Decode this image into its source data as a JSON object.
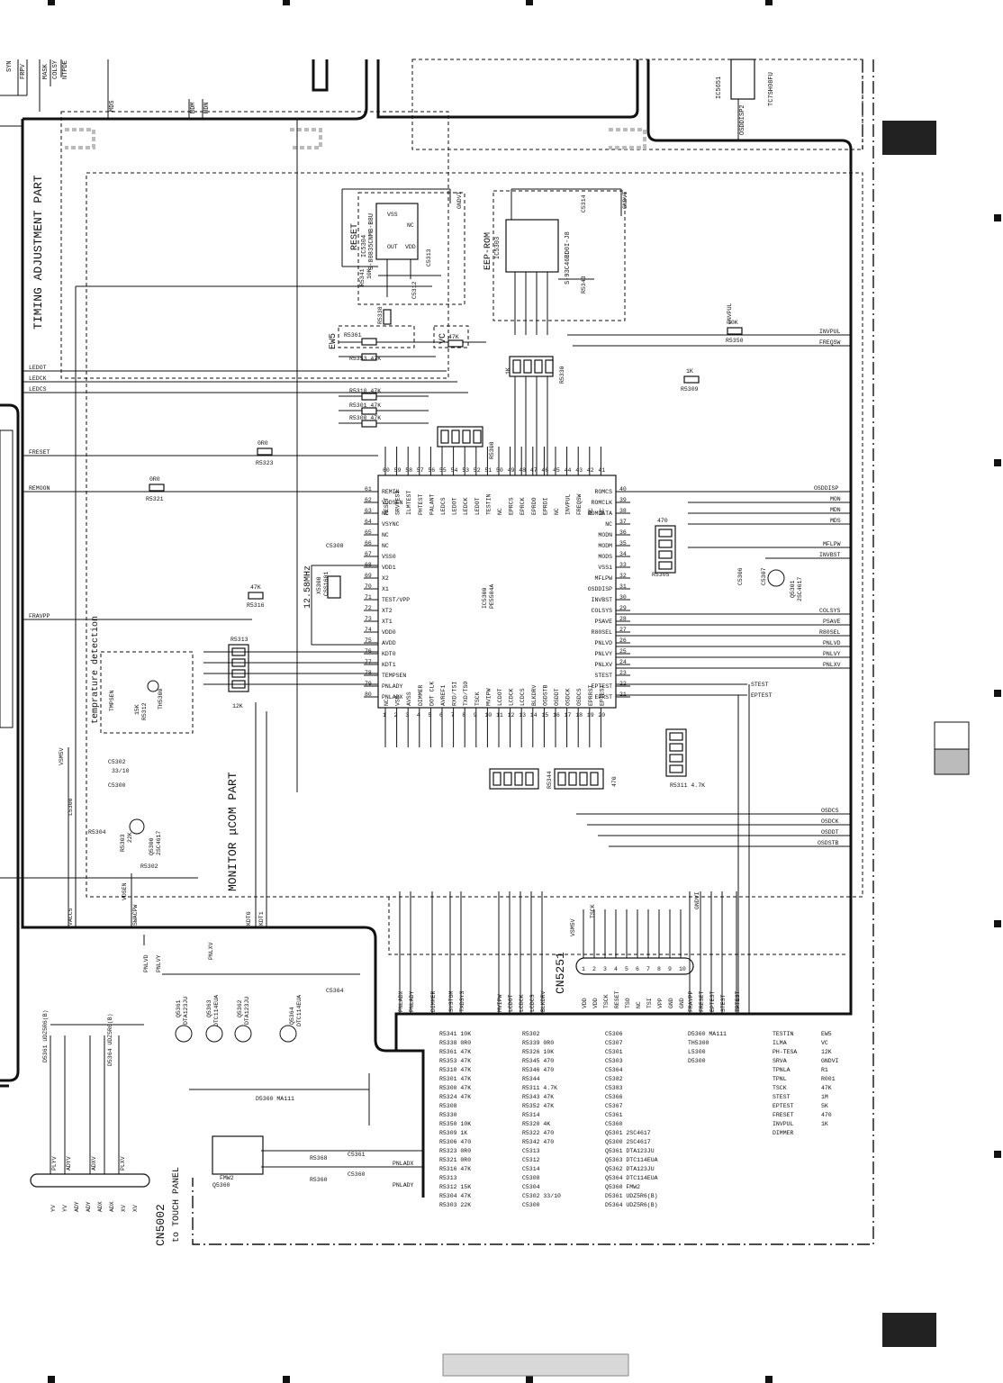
{
  "sheet": {
    "part_labels": {
      "timing": "TIMING ADJUSTMENT PART",
      "monitor": "MONITOR μCOM PART",
      "temperature": "temprature detection"
    },
    "reset_block": {
      "name": "RESET",
      "ic": "IC5304",
      "part": "S-80835CNMB-B8U"
    },
    "eeprom_block": {
      "name": "EEP-ROM",
      "ic": "IC5303",
      "part": "S-93C46BD0I-J8"
    },
    "mcu": {
      "ic": "IC5300",
      "part": "PE5584A"
    },
    "ic5651": {
      "ic": "IC5651",
      "part": "TC7SH08FU"
    },
    "crystal": {
      "ref": "X5300",
      "part": "CSS1601",
      "freq": "12.58MHz"
    },
    "cn5251": {
      "ref": "CN5251",
      "pins": [
        "VDD",
        "VDD",
        "TSCK",
        "RESET",
        "TSO",
        "NC",
        "TSI",
        "VPP",
        "GND",
        "GND"
      ],
      "nets": [
        "VSM5V",
        "TSCK",
        "GNDVI"
      ]
    },
    "cn5002": {
      "ref": "CN5002",
      "caption": "to TOUCH PANEL",
      "pins": [
        "YV",
        "YV",
        "ADY",
        "ADY",
        "ADX",
        "ADX",
        "XV",
        "XV"
      ]
    },
    "mcu_pins_left": [
      {
        "n": "61",
        "name": "REMIN"
      },
      {
        "n": "62",
        "name": "VDDSEN"
      },
      {
        "n": "63",
        "name": "NC"
      },
      {
        "n": "64",
        "name": "VSYNC"
      },
      {
        "n": "65",
        "name": "NC"
      },
      {
        "n": "66",
        "name": "NC"
      },
      {
        "n": "67",
        "name": "VSS0"
      },
      {
        "n": "68",
        "name": "VDD1"
      },
      {
        "n": "69",
        "name": "X2"
      },
      {
        "n": "70",
        "name": "X1"
      },
      {
        "n": "71",
        "name": "TEST/VPP"
      },
      {
        "n": "72",
        "name": "XT2"
      },
      {
        "n": "73",
        "name": "XT1"
      },
      {
        "n": "74",
        "name": "VDD0"
      },
      {
        "n": "75",
        "name": "AVDD"
      },
      {
        "n": "76",
        "name": "KDT0"
      },
      {
        "n": "77",
        "name": "KDT1"
      },
      {
        "n": "78",
        "name": "TEMPSEN"
      },
      {
        "n": "79",
        "name": "PNLADY"
      },
      {
        "n": "80",
        "name": "PNLADX"
      }
    ],
    "mcu_pins_right": [
      {
        "n": "40",
        "name": "ROMCS"
      },
      {
        "n": "39",
        "name": "ROMCLK"
      },
      {
        "n": "38",
        "name": "ROMDATA"
      },
      {
        "n": "37",
        "name": "NC"
      },
      {
        "n": "36",
        "name": "MODN"
      },
      {
        "n": "35",
        "name": "MODM"
      },
      {
        "n": "34",
        "name": "MODS"
      },
      {
        "n": "33",
        "name": "VSS1"
      },
      {
        "n": "32",
        "name": "MFLPW"
      },
      {
        "n": "31",
        "name": "OSDDISP"
      },
      {
        "n": "30",
        "name": "INVBST"
      },
      {
        "n": "29",
        "name": "COLSYS"
      },
      {
        "n": "28",
        "name": "PSAVE"
      },
      {
        "n": "27",
        "name": "R80SEL"
      },
      {
        "n": "26",
        "name": "PNLVD"
      },
      {
        "n": "25",
        "name": "PNLVY"
      },
      {
        "n": "24",
        "name": "PNLXV"
      },
      {
        "n": "23",
        "name": "STEST"
      },
      {
        "n": "22",
        "name": "EPTEST"
      },
      {
        "n": "21",
        "name": "EPRST"
      }
    ],
    "mcu_pins_top": [
      {
        "n": "60",
        "name": "RESET"
      },
      {
        "n": "59",
        "name": "SRVTEST"
      },
      {
        "n": "58",
        "name": "ILMTEST"
      },
      {
        "n": "57",
        "name": "PHTEST"
      },
      {
        "n": "56",
        "name": "PALANT"
      },
      {
        "n": "55",
        "name": "LEDCS"
      },
      {
        "n": "54",
        "name": "LEDOT"
      },
      {
        "n": "53",
        "name": "LEDCK"
      },
      {
        "n": "52",
        "name": "LEDOT"
      },
      {
        "n": "51",
        "name": "TESTIN"
      },
      {
        "n": "50",
        "name": "NC"
      },
      {
        "n": "49",
        "name": "EPRCS"
      },
      {
        "n": "48",
        "name": "EPRCK"
      },
      {
        "n": "47",
        "name": "EPRDO"
      },
      {
        "n": "46",
        "name": "EPRDI"
      },
      {
        "n": "45",
        "name": "NC"
      },
      {
        "n": "44",
        "name": "INVPUL"
      },
      {
        "n": "43",
        "name": "FREQSW"
      },
      {
        "n": "42",
        "name": "NC"
      },
      {
        "n": "41",
        "name": "NC"
      }
    ],
    "mcu_pins_bottom": [
      {
        "n": "1",
        "name": "NC"
      },
      {
        "n": "2",
        "name": "VSS"
      },
      {
        "n": "3",
        "name": "AVSS"
      },
      {
        "n": "4",
        "name": "DIMMER"
      },
      {
        "n": "5",
        "name": "DOT CLK"
      },
      {
        "n": "6",
        "name": "AVREF1"
      },
      {
        "n": "7",
        "name": "RXD/TSI"
      },
      {
        "n": "8",
        "name": "TXD/TSO"
      },
      {
        "n": "9",
        "name": "TSCK"
      },
      {
        "n": "10",
        "name": "MVIPW"
      },
      {
        "n": "11",
        "name": "LCDOT"
      },
      {
        "n": "12",
        "name": "LCDCK"
      },
      {
        "n": "13",
        "name": "LCDCS"
      },
      {
        "n": "14",
        "name": "BLKDRV"
      },
      {
        "n": "15",
        "name": "OSDSTB"
      },
      {
        "n": "16",
        "name": "OSDDT"
      },
      {
        "n": "17",
        "name": "OSDCK"
      },
      {
        "n": "18",
        "name": "OSDCS"
      },
      {
        "n": "19",
        "name": "EPRRST"
      },
      {
        "n": "20",
        "name": "EPTEST"
      }
    ],
    "left_nets": [
      "LEDOT",
      "LEDCK",
      "LEDCS",
      "FRESET",
      "REMOON",
      "FRAVPP",
      "VSM5V",
      "VDSEN",
      "VACC5",
      "SWACPW",
      "KDT0",
      "KDT1"
    ],
    "right_nets": [
      "INVPUL",
      "FREQSW",
      "OSDDISP",
      "MON",
      "MDN",
      "MDS",
      "MFLPW",
      "INVBST",
      "COLSYS",
      "PSAVE",
      "R80SEL",
      "PNLVD",
      "PNLVY",
      "PNLXV",
      "STEST",
      "EPTEST",
      "OSDCS",
      "OSDCK",
      "OSDDT",
      "OSDSTB"
    ],
    "bottom_nets": [
      "PNLADX",
      "PNLADY",
      "DIMMER",
      "SYSTOM",
      "TXDSYS",
      "MVIPW",
      "LCDOT",
      "LCDCK",
      "LCDCS",
      "BLKDRV",
      "FRAVPP",
      "FRESET",
      "EPTEST",
      "STEST",
      "TPTEST"
    ],
    "top_nets": [
      "SYN",
      "FRPV",
      "MASK",
      "COLSY",
      "NTPDE",
      "MDS",
      "MDM",
      "MDN",
      "OSDDISP2"
    ],
    "components": {
      "resistors": [
        "R5341 10K",
        "R5338 0R0",
        "R5361 47K",
        "R5353 47K",
        "R5310 47K",
        "R5301 47K",
        "R5300 47K",
        "R5324 47K",
        "R5308",
        "R5330",
        "R5350 10K",
        "R5309 1K",
        "R5306 470",
        "R5323 0R0",
        "R5321 0R0",
        "R5316 47K",
        "R5313",
        "R5312 15K",
        "R5304 47K",
        "R5303 22K",
        "R5302",
        "R5339 0R0",
        "R5326 10K",
        "R5345 470",
        "R5346 470",
        "R5344",
        "R5311 4.7K",
        "R5343 47K",
        "R5352 47K",
        "R5314",
        "R5320 4K",
        "R5322 470",
        "R5342 470"
      ],
      "capacitors": [
        "C5313",
        "C5312",
        "C5314",
        "C5308",
        "C5304",
        "C5302 33/10",
        "C5300",
        "C5306",
        "C5307",
        "C5301",
        "C5303",
        "C5364",
        "C5382",
        "C5383",
        "C5366",
        "C5367",
        "C5361",
        "C5360"
      ],
      "transistors": [
        "Q5301 2SC4617",
        "Q5300 2SC4617",
        "Q5361 DTA123JU",
        "Q5363 DTC114EUA",
        "Q5362 DTA123JU",
        "Q5364 DTC114EUA",
        "Q5360 FMW2"
      ],
      "diodes": [
        "D5361 UDZ5R6(B)",
        "D5364 UDZ5R6(B)",
        "D5360 MA111"
      ],
      "others": [
        "TH5300",
        "L5300",
        "D5300"
      ]
    },
    "test_points": [
      "TESTIN",
      "ILMA",
      "PH-TESA",
      "SRVA",
      "TPNLA",
      "TPNL",
      "TSCK",
      "STEST",
      "EPTEST",
      "FRESET",
      "INVPUL",
      "DIMMER"
    ],
    "labels_misc": [
      "EW5",
      "VC",
      "12K",
      "GNDVI",
      "R1",
      "R001",
      "47K",
      "1M",
      "5K",
      "470",
      "1K"
    ]
  }
}
